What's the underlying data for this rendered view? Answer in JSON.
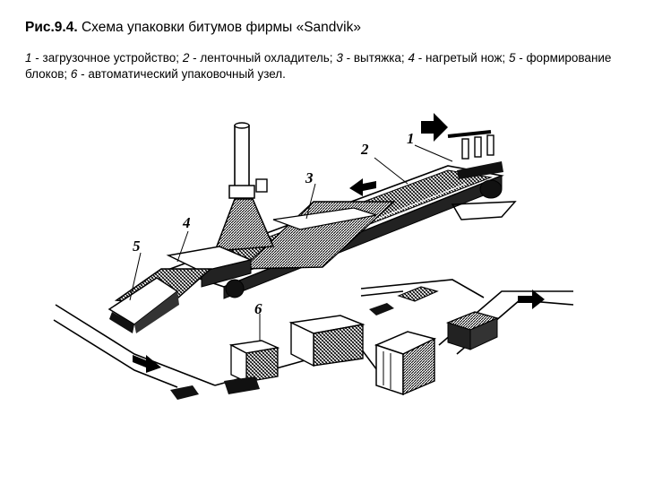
{
  "title": {
    "figure": "Рис.9.4.",
    "text": "Схема упаковки битумов фирмы «Sandvik»"
  },
  "caption": {
    "items": [
      {
        "num": "1",
        "text": " - загрузочное устройство; "
      },
      {
        "num": "2",
        "text": " - ленточный охладитель; "
      },
      {
        "num": "3",
        "text": " - вытяжка; "
      },
      {
        "num": "4",
        "text": " - нагретый нож; "
      },
      {
        "num": "5",
        "text": " - формирование блоков; "
      },
      {
        "num": "6",
        "text": " - автоматический упаковочный узел."
      }
    ]
  },
  "labels": {
    "l1": "1",
    "l2": "2",
    "l3": "3",
    "l4": "4",
    "l5": "5",
    "l6": "6"
  }
}
